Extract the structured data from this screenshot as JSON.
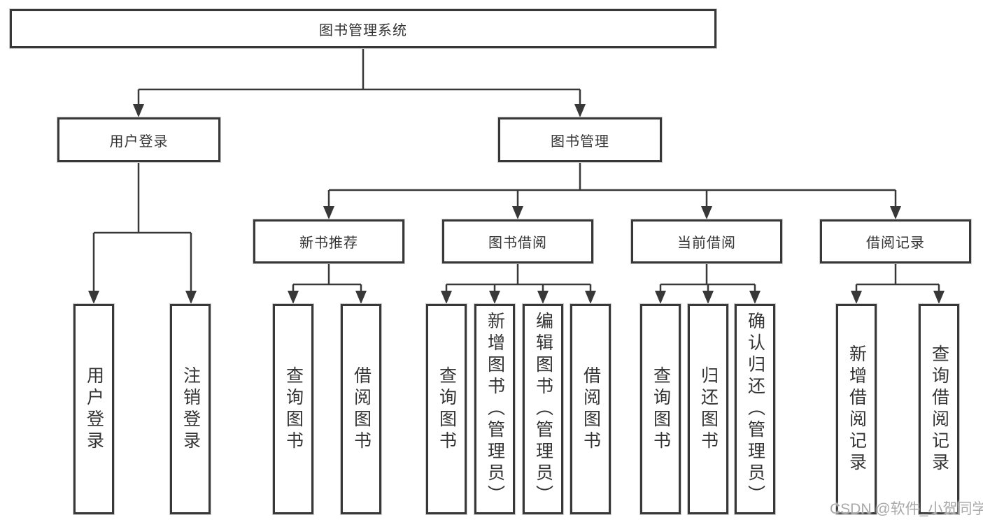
{
  "colors": {
    "box_border": "#383838",
    "connector_line": "#383838",
    "text": "#333333",
    "watermark_text": "#a9a9a9",
    "background": "#ffffff"
  },
  "watermark": "CSDN @软件_小贺同学",
  "tree": {
    "root": {
      "label": "图书管理系统"
    },
    "branches": [
      {
        "label": "用户登录",
        "children": [
          {
            "label": "用户登录"
          },
          {
            "label": "注销登录"
          }
        ]
      },
      {
        "label": "图书管理",
        "children": [
          {
            "label": "新书推荐",
            "children": [
              {
                "label": "查询图书"
              },
              {
                "label": "借阅图书"
              }
            ]
          },
          {
            "label": "图书借阅",
            "children": [
              {
                "label": "查询图书"
              },
              {
                "label": "新增图书（管理员）"
              },
              {
                "label": "编辑图书（管理员）"
              },
              {
                "label": "借阅图书"
              }
            ]
          },
          {
            "label": "当前借阅",
            "children": [
              {
                "label": "查询图书"
              },
              {
                "label": "归还图书"
              },
              {
                "label": "确认归还（管理员）"
              }
            ]
          },
          {
            "label": "借阅记录",
            "children": [
              {
                "label": "新增借阅记录"
              },
              {
                "label": "查询借阅记录"
              }
            ]
          }
        ]
      }
    ]
  }
}
